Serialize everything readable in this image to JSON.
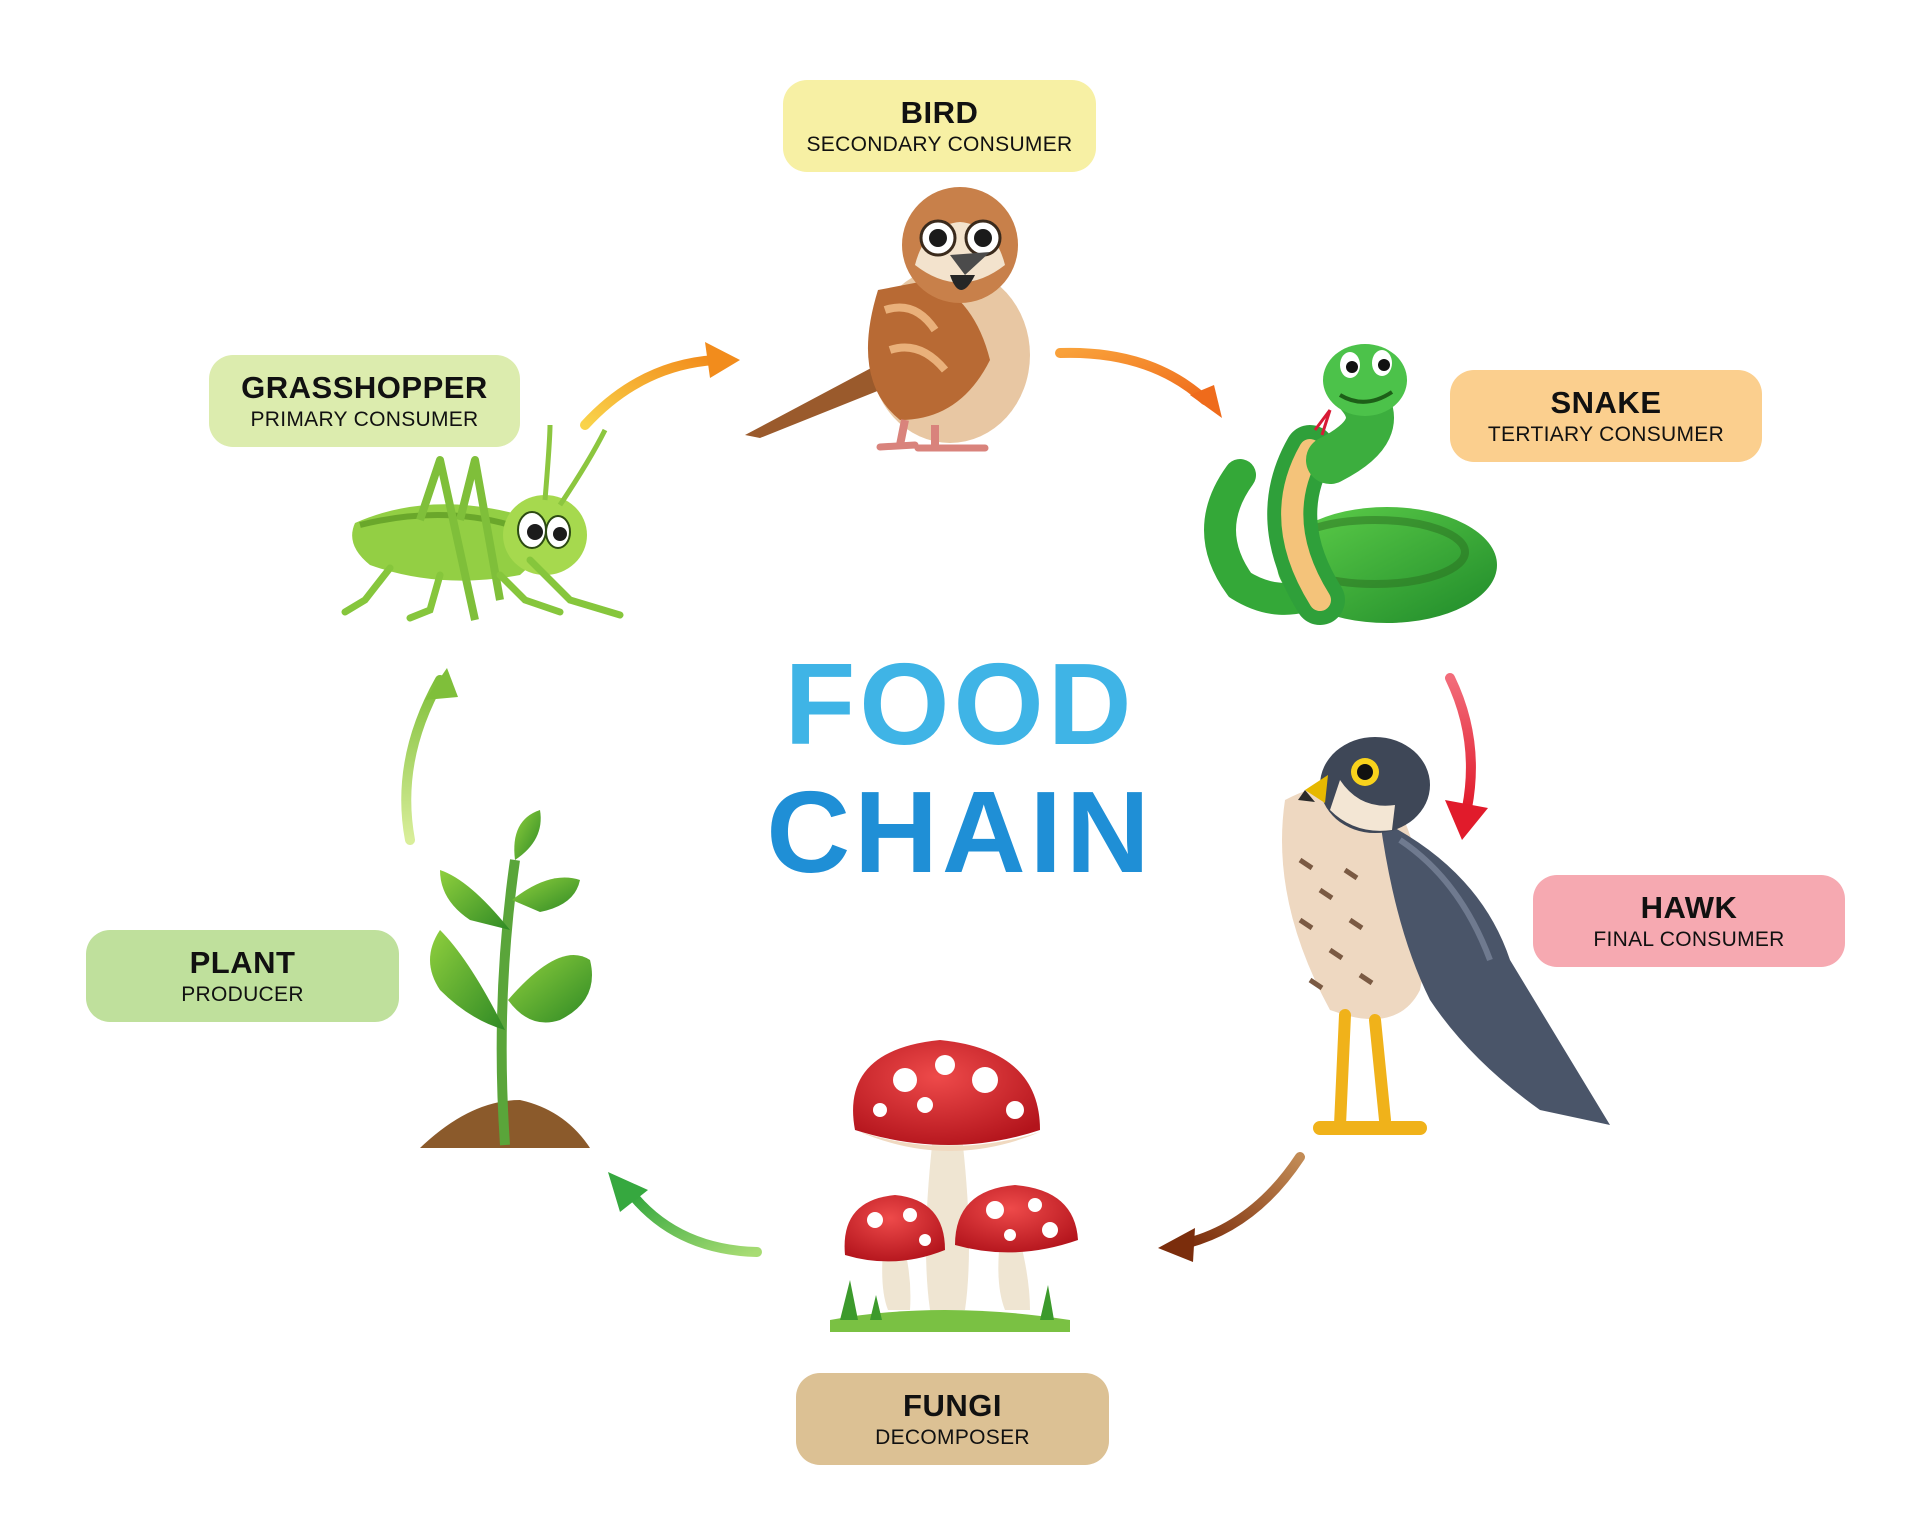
{
  "title": {
    "line1": "FOOD",
    "line2": "CHAIN",
    "color_top": "#3fb4e6",
    "color_bottom": "#1f8fd6"
  },
  "nodes": {
    "bird": {
      "name": "BIRD",
      "role": "SECONDARY CONSUMER",
      "color": "#f7f0a4"
    },
    "grasshopper": {
      "name": "GRASSHOPPER",
      "role": "PRIMARY CONSUMER",
      "color": "#dcecae"
    },
    "snake": {
      "name": "SNAKE",
      "role": "TERTIARY CONSUMER",
      "color": "#fbcf8e"
    },
    "hawk": {
      "name": "HAWK",
      "role": "FINAL CONSUMER",
      "color": "#f6a9b1"
    },
    "fungi": {
      "name": "FUNGI",
      "role": "DECOMPOSER",
      "color": "#dcc194"
    },
    "plant": {
      "name": "PLANT",
      "role": "PRODUCER",
      "color": "#bfe09c"
    }
  },
  "arrows": {
    "plant_to_grasshopper": "#8cc63f",
    "grasshopper_to_bird": "#f6a623",
    "bird_to_snake": "#f07e1e",
    "snake_to_hawk": "#e8222e",
    "hawk_to_fungi": "#8b3a12",
    "fungi_to_plant": "#4fb748"
  },
  "icons": [
    "bird-icon",
    "grasshopper-icon",
    "snake-icon",
    "hawk-icon",
    "mushroom-icon",
    "plant-icon"
  ]
}
